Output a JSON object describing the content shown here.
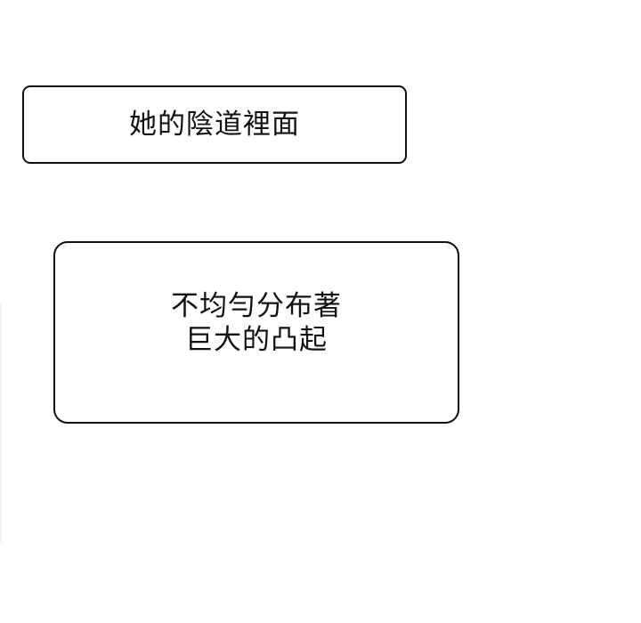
{
  "panels": [
    {
      "text": "她的陰道裡面"
    },
    {
      "lines": [
        "不均勻分布著",
        "巨大的凸起"
      ]
    }
  ]
}
